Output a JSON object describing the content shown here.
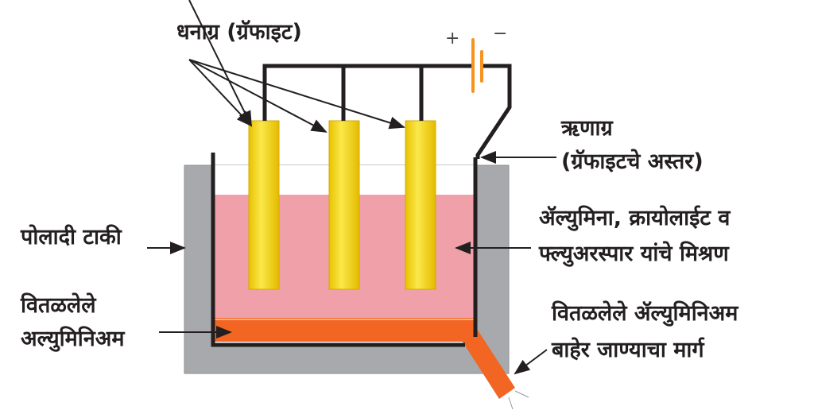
{
  "labels": {
    "anode": "धनाग्र (ग्रॅफाइट)",
    "cathode_line1": "ऋणाग्र",
    "cathode_line2": "(ग्रॅफाइटचे अस्तर)",
    "steel_tank": "पोलादी टाकी",
    "mixture_line1": "ॲल्युमिना, क्रायोलाईट व",
    "mixture_line2": "फ्ल्युअरस्पार यांचे मिश्रण",
    "molten_al_line1": "वितळलेले",
    "molten_al_line2": "अल्युमिनिअम",
    "outlet_line1": "वितळलेले ॲल्युमिनिअम",
    "outlet_line2": "बाहेर जाण्याचा मार्ग",
    "plus": "+",
    "minus": "−"
  },
  "colors": {
    "tank": "#a7a9ac",
    "electrolyte": "#f0a0a8",
    "molten_aluminium": "#f26522",
    "electrode": "#f5d614",
    "battery": "#f7941d",
    "wire": "#231f20"
  }
}
